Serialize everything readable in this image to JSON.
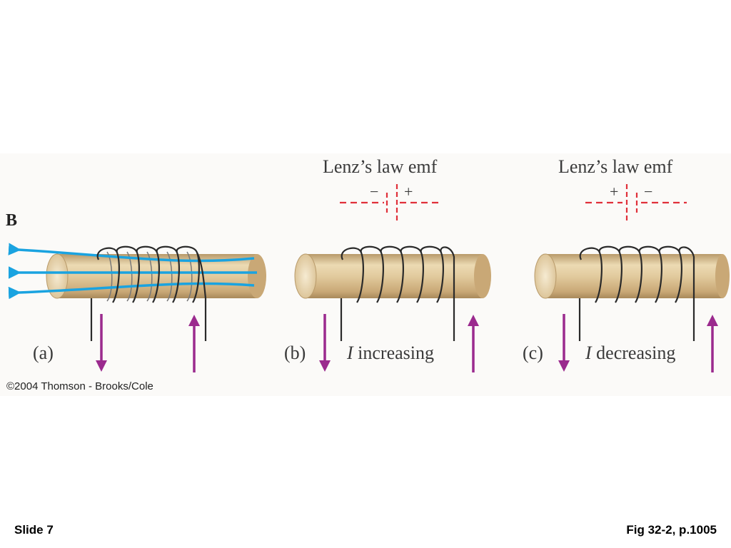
{
  "figure": {
    "field_label": "B",
    "panels": [
      {
        "id": "a",
        "caption": "(a)",
        "current_label": ""
      },
      {
        "id": "b",
        "caption": "(b)",
        "current_var": "I",
        "current_label": "increasing",
        "emf_title": "Lenz’s law emf",
        "emf_left_sign": "−",
        "emf_right_sign": "+"
      },
      {
        "id": "c",
        "caption": "(c)",
        "current_var": "I",
        "current_label": "decreasing",
        "emf_title": "Lenz’s law emf",
        "emf_left_sign": "+",
        "emf_right_sign": "−"
      }
    ],
    "copyright": "©2004 Thomson - Brooks/Cole"
  },
  "footer": {
    "slide": "Slide 7",
    "figure_ref": "Fig 32-2, p.1005"
  },
  "colors": {
    "field_lines": "#1aa3e0",
    "current_arrows": "#9b2a8e",
    "emf_dashes": "#e0303a",
    "tube": "#dcc59a"
  }
}
